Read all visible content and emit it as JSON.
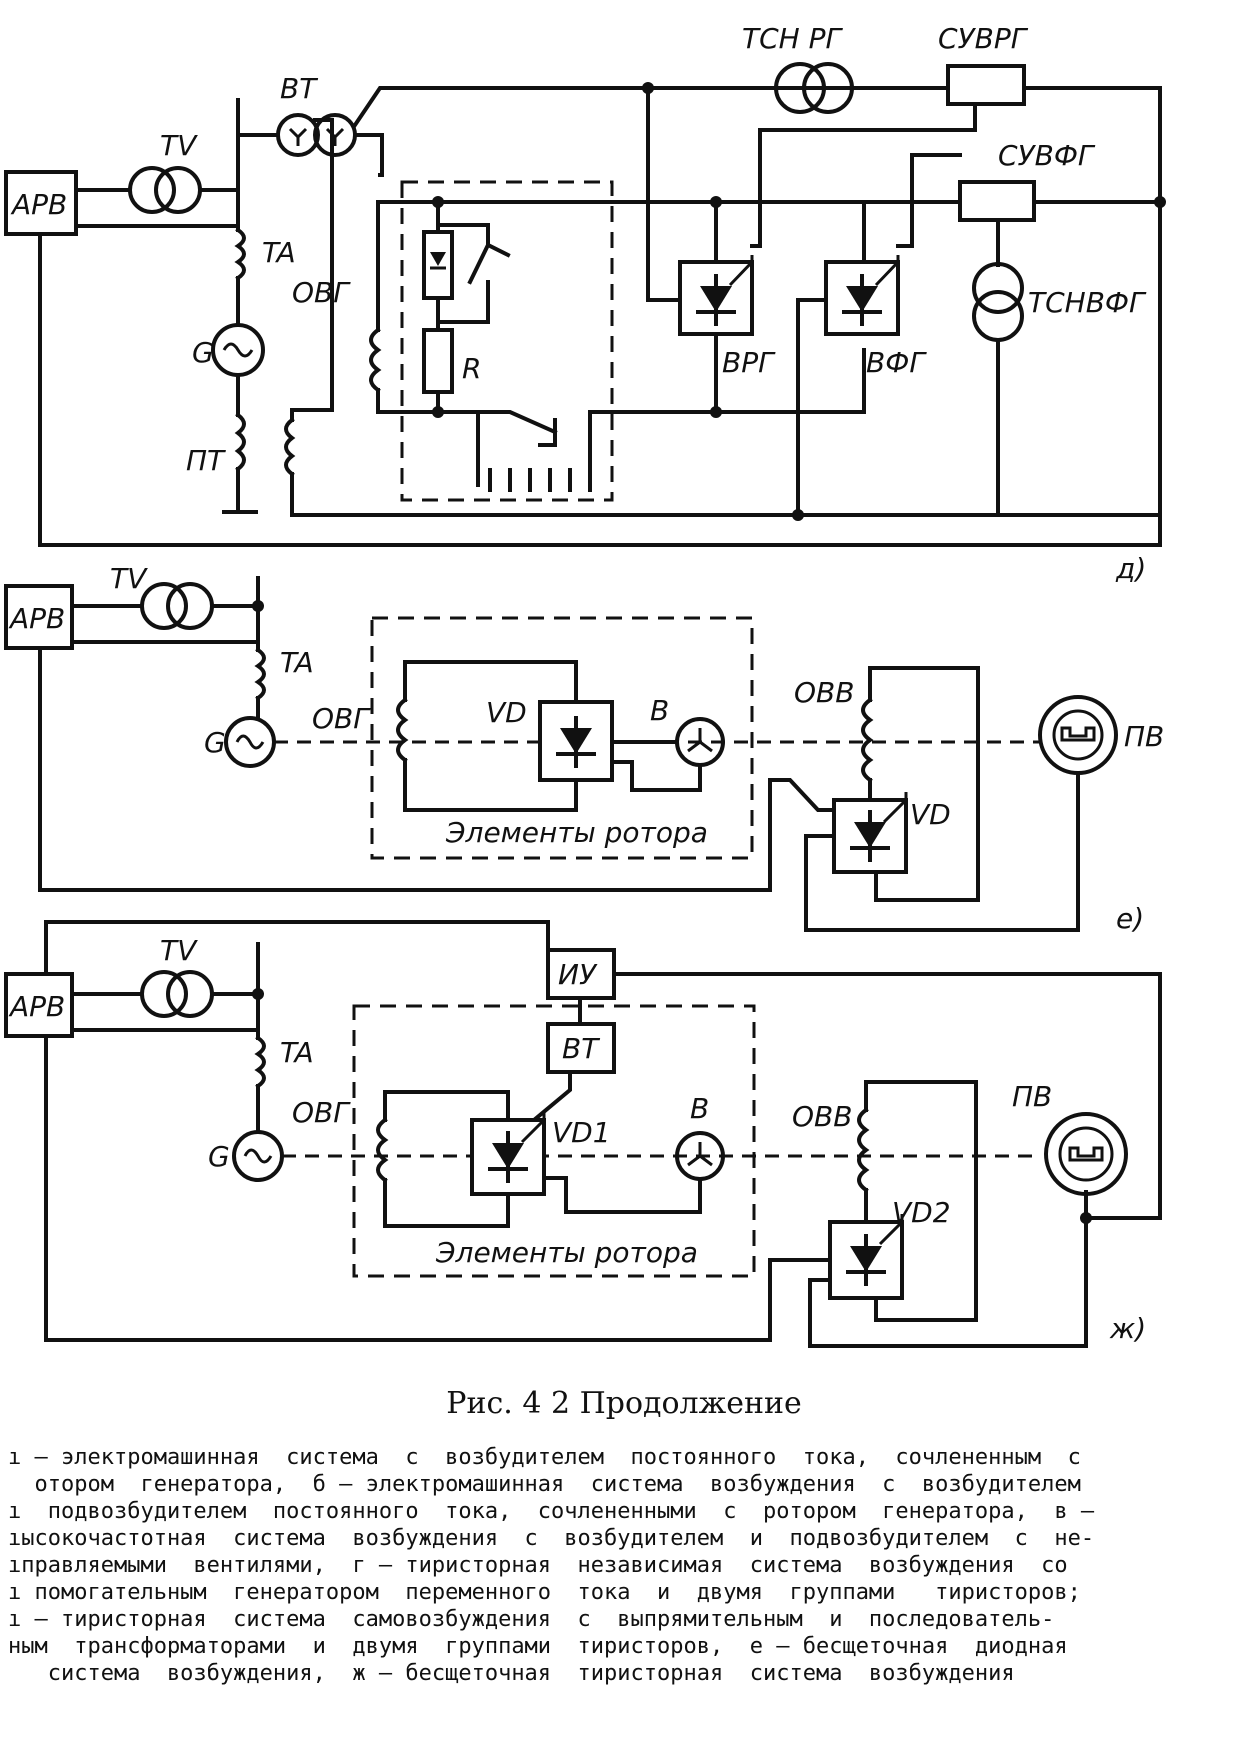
{
  "labels": {
    "d": {
      "arv": "АРВ",
      "tv": "TV",
      "ta": "TA",
      "g": "G",
      "pt": "ПТ",
      "ovg": "ОВГ",
      "vt": "ВТ",
      "r": "R",
      "vrg": "ВРГ",
      "vfg": "ВФГ",
      "tsnrg": "ТСН РГ",
      "suvrg": "СУВРГ",
      "suvfg": "СУВФГ",
      "tsnvfg": "ТСНВФГ",
      "letter": "д)"
    },
    "e": {
      "arv": "АРВ",
      "tv": "TV",
      "ta": "TA",
      "g": "G",
      "ovg": "ОВГ",
      "vd": "VD",
      "b": "B",
      "ovv": "ОВВ",
      "vd2": "VD",
      "pv": "ПВ",
      "rotor": "Элементы ротора",
      "letter": "е)"
    },
    "zh": {
      "arv": "АРВ",
      "tv": "TV",
      "ta": "TA",
      "g": "G",
      "ovg": "ОВГ",
      "iu": "ИУ",
      "vt": "ВТ",
      "vd1": "VD1",
      "b": "B",
      "ovv": "ОВВ",
      "vd2": "VD2",
      "pv": "ПВ",
      "rotor": "Элементы ротора",
      "letter": "ж)"
    }
  },
  "caption": "Рис. 4 2  Продолжение",
  "legend_lines": [
    "ı — электромашинная  система  с  возбудителем  постоянного  тока,  сочлененным  с",
    "  отором  генератора,  б — электромашинная  система  возбуждения  с  возбудителем",
    "ı  подвозбудителем  постоянного  тока,  сочлененными  с  ротором  генератора,  в —",
    "ıысокочастотная  система  возбуждения  с  возбудителем  и  подвозбудителем  с  не-",
    "ıправляемыми  вентилями,  г — тиристорная  независимая  система  возбуждения  со",
    "ı помогательным  генератором  переменного  тока  и  двумя  группами   тиристоров;",
    "ı — тиристорная  система  самовозбуждения  с  выпрямительным  и  последователь-",
    "ным  трансформаторами  и  двумя  группами  тиристоров,  е — бесщеточная  диодная",
    "   система  возбуждения,  ж — бесщеточная  тиристорная  система  возбуждения"
  ]
}
